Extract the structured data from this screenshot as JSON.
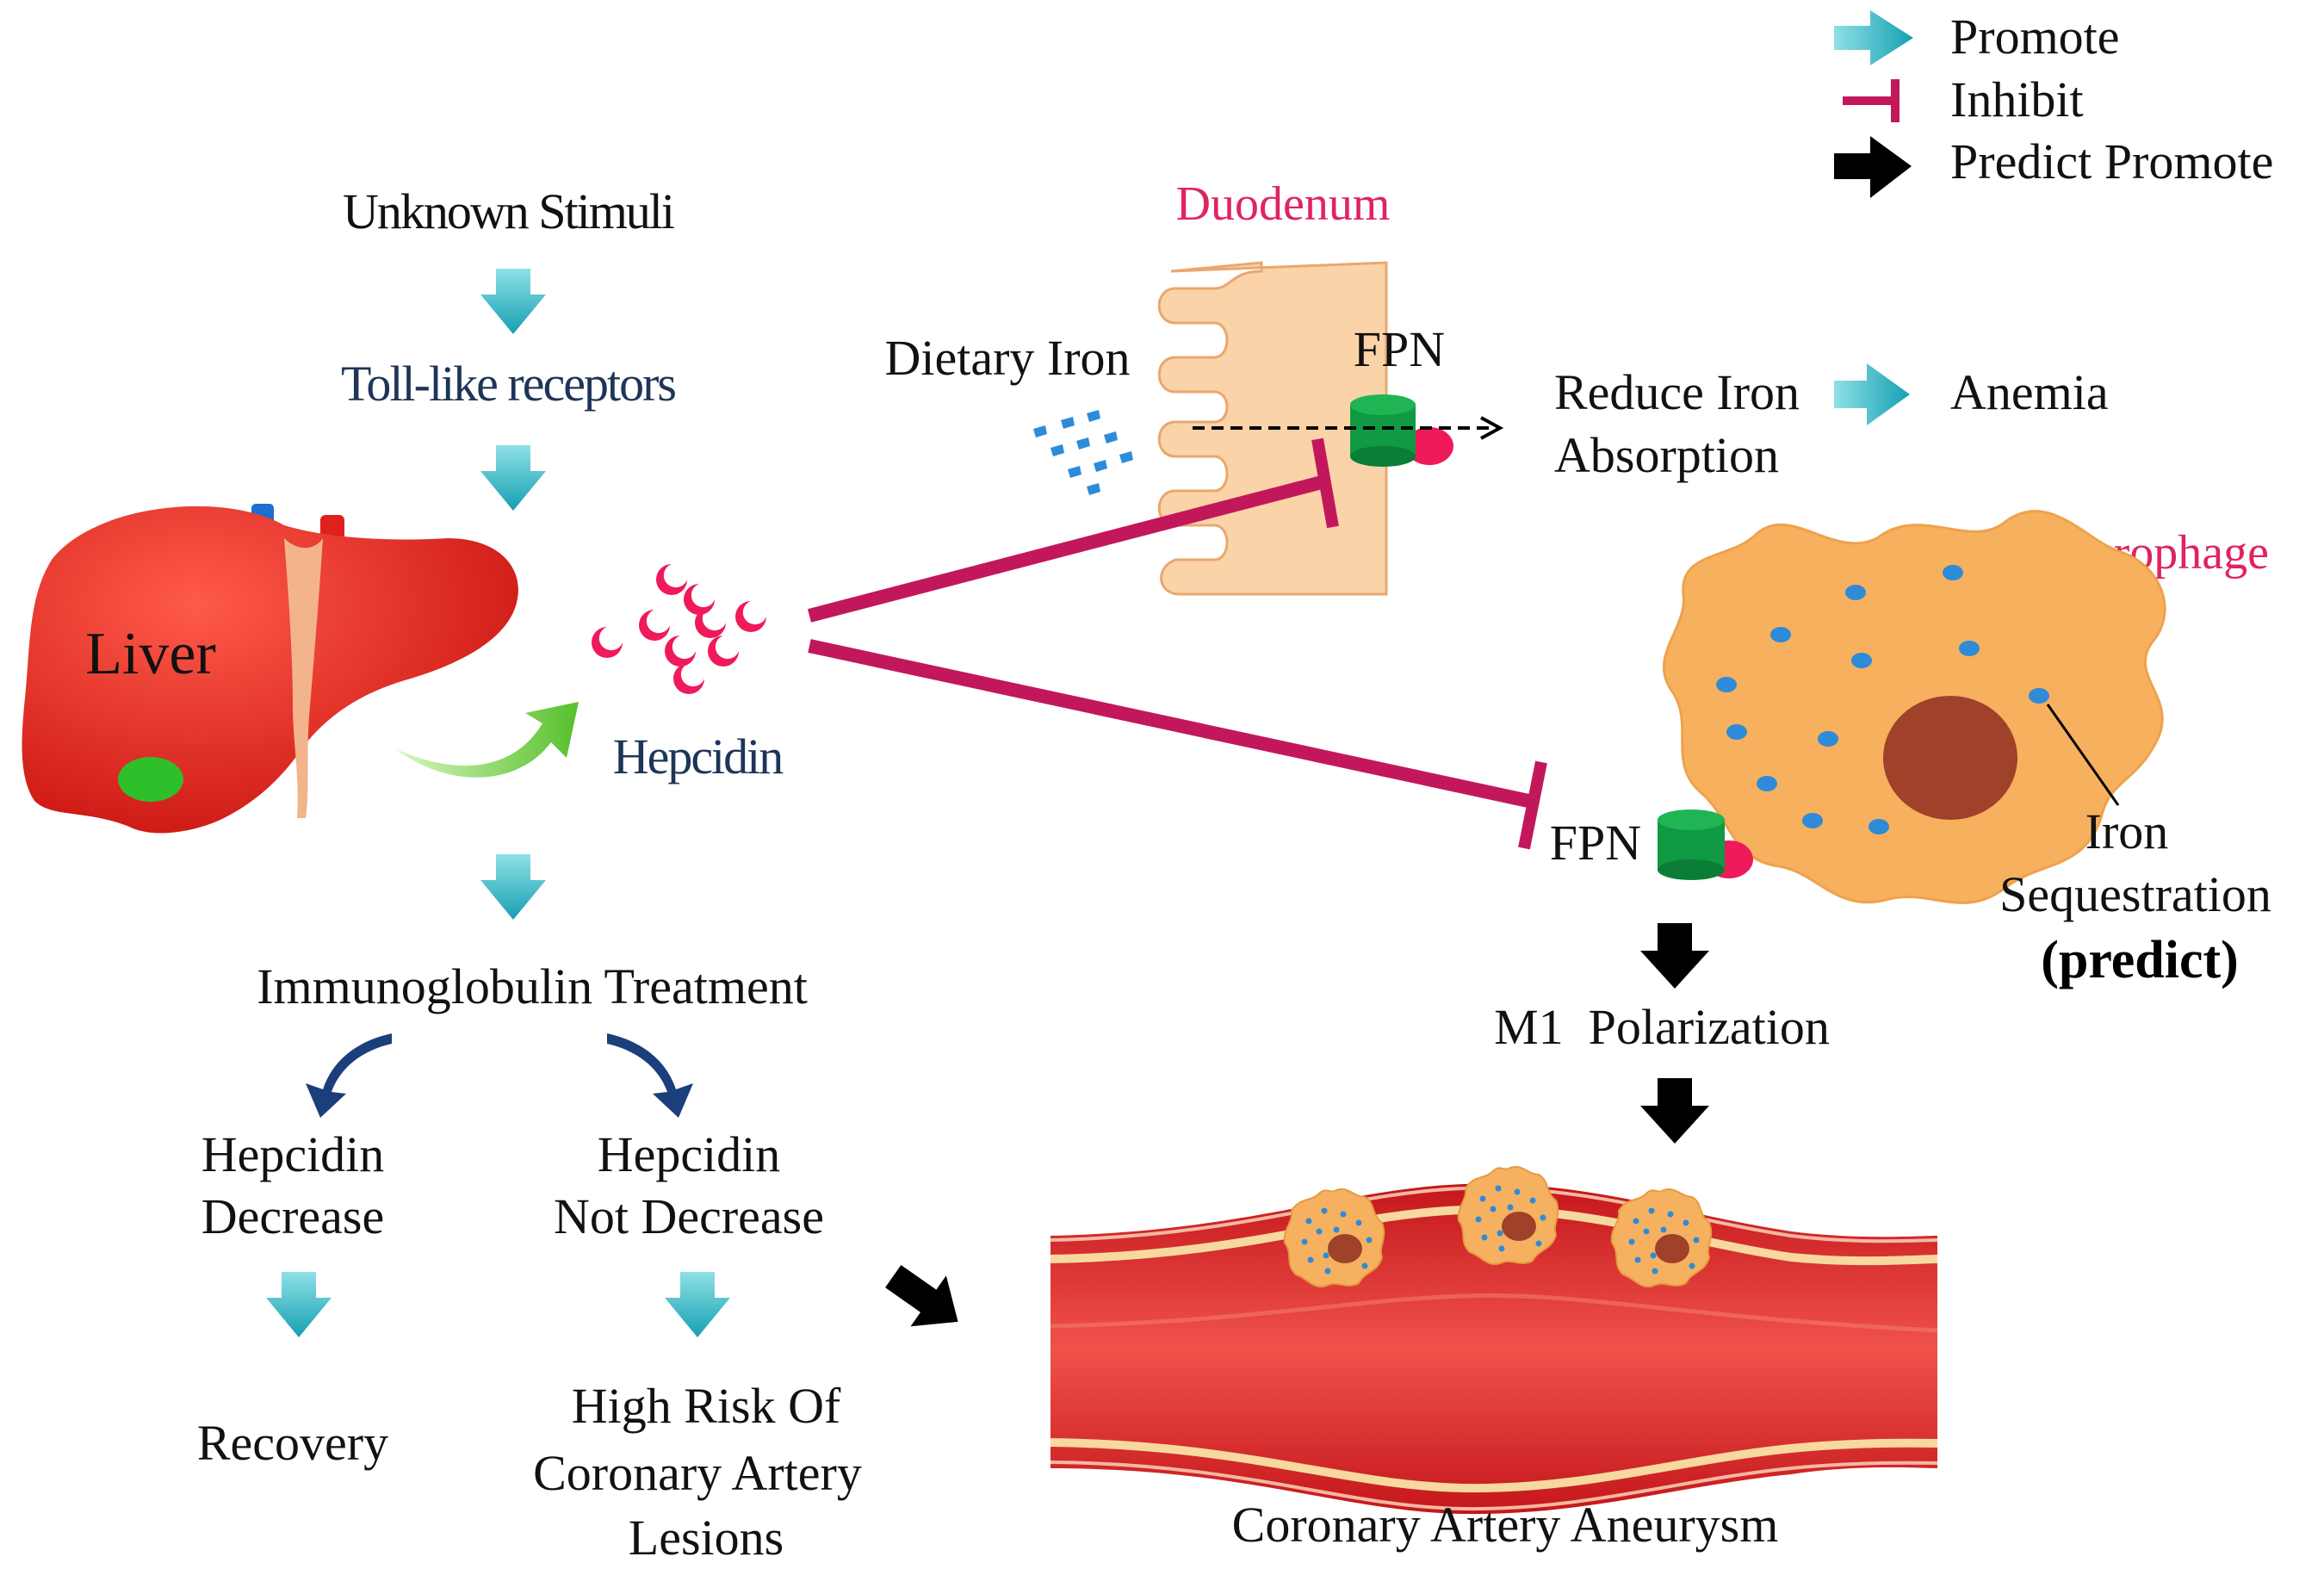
{
  "legend": {
    "promote": "Promote",
    "inhibit": "Inhibit",
    "predict_promote": "Predict Promote"
  },
  "pathway": {
    "unknown_stimuli": "Unknown Stimuli",
    "toll_like_receptors": "Toll-like receptors",
    "liver": "Liver",
    "hepcidin": "Hepcidin",
    "immunoglobulin_treatment": "Immunoglobulin Treatment",
    "hepcidin_decrease": [
      "Hepcidin",
      "Decrease"
    ],
    "hepcidin_not_decrease": [
      "Hepcidin",
      "Not Decrease"
    ],
    "recovery": "Recovery",
    "high_risk": [
      "High Risk Of",
      "Coronary Artery",
      "Lesions"
    ]
  },
  "duodenum": {
    "title": "Duodenum",
    "dietary_iron": "Dietary Iron",
    "fpn": "FPN",
    "reduce_iron_absorption": [
      "Reduce Iron",
      "Absorption"
    ],
    "anemia": "Anemia"
  },
  "macrophage": {
    "title": "Macrophage",
    "fpn": "FPN",
    "iron_sequestration": [
      "Iron",
      "Sequestration"
    ],
    "predict": "(predict)",
    "m1_polarization": "M1  Polarization"
  },
  "artery": {
    "label": "Coronary Artery Aneurysm"
  },
  "colors": {
    "promote_arrow": "#1fa8b8",
    "inhibit": "#c2185b",
    "predict_arrow": "#000000",
    "liver": "#e0201b",
    "duodenum": "#fbd3a8",
    "macrophage": "#f7b05e",
    "nucleus": "#a0412a",
    "fpn": "#0f9a43",
    "hepcidin": "#f0195a",
    "iron": "#2e8bd8",
    "vessel": "#e8322c"
  }
}
